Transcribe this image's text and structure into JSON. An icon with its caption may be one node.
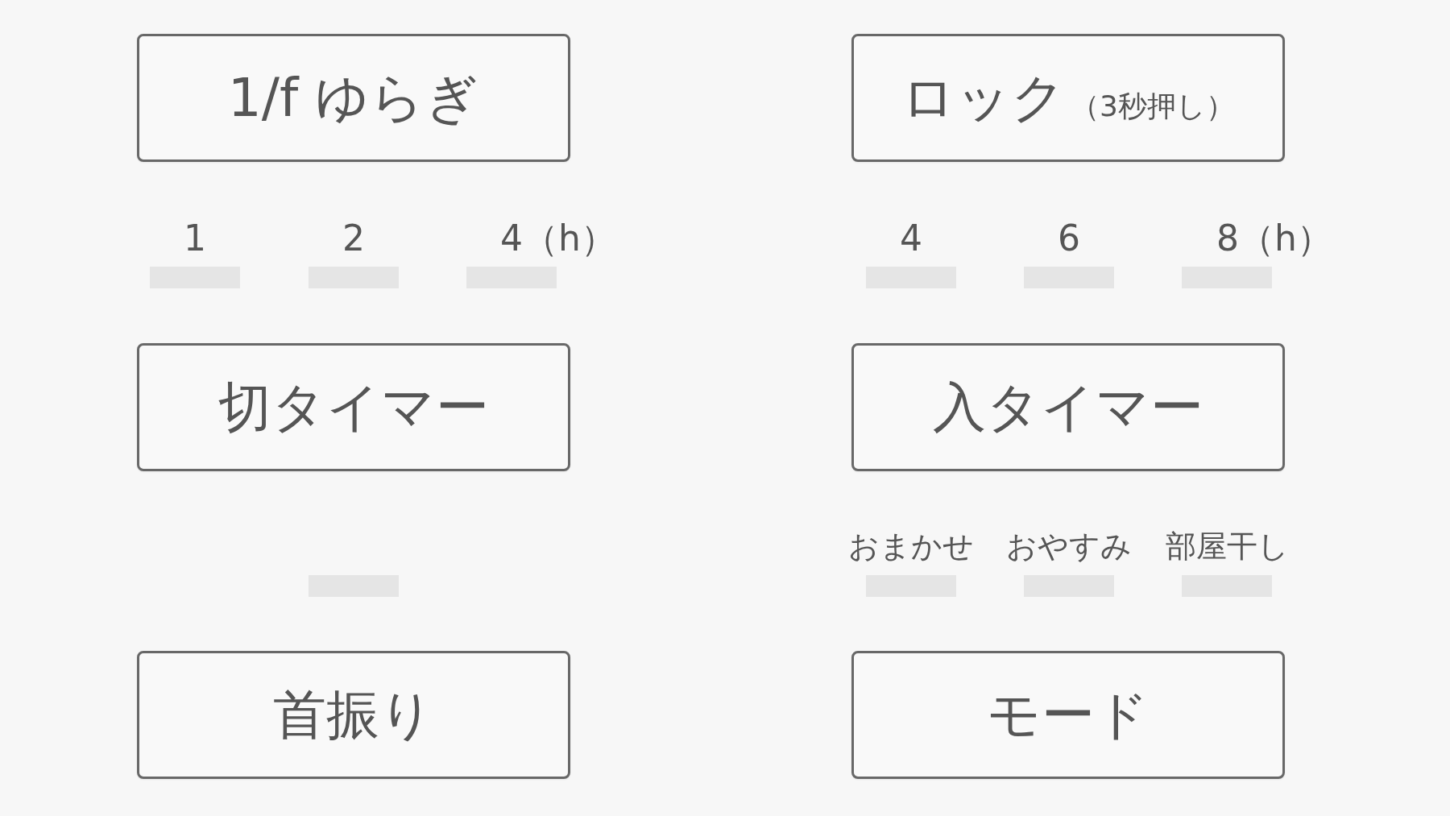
{
  "diagram": {
    "nodes": [
      {
        "text": [
          "1/f ゆらぎ"
        ]
      },
      {
        "text": [
          "ロック",
          "（3秒押し）"
        ]
      },
      {
        "text": [
          "切タイマー"
        ]
      },
      {
        "text": [
          "入タイマー"
        ]
      },
      {
        "text": [
          "首振り"
        ]
      },
      {
        "text": [
          "モード"
        ]
      }
    ],
    "labels": [
      "1",
      "2",
      "4（h）",
      "4",
      "6",
      "8（h）",
      "おまかせ",
      "おやすみ",
      "部屋干し"
    ]
  }
}
